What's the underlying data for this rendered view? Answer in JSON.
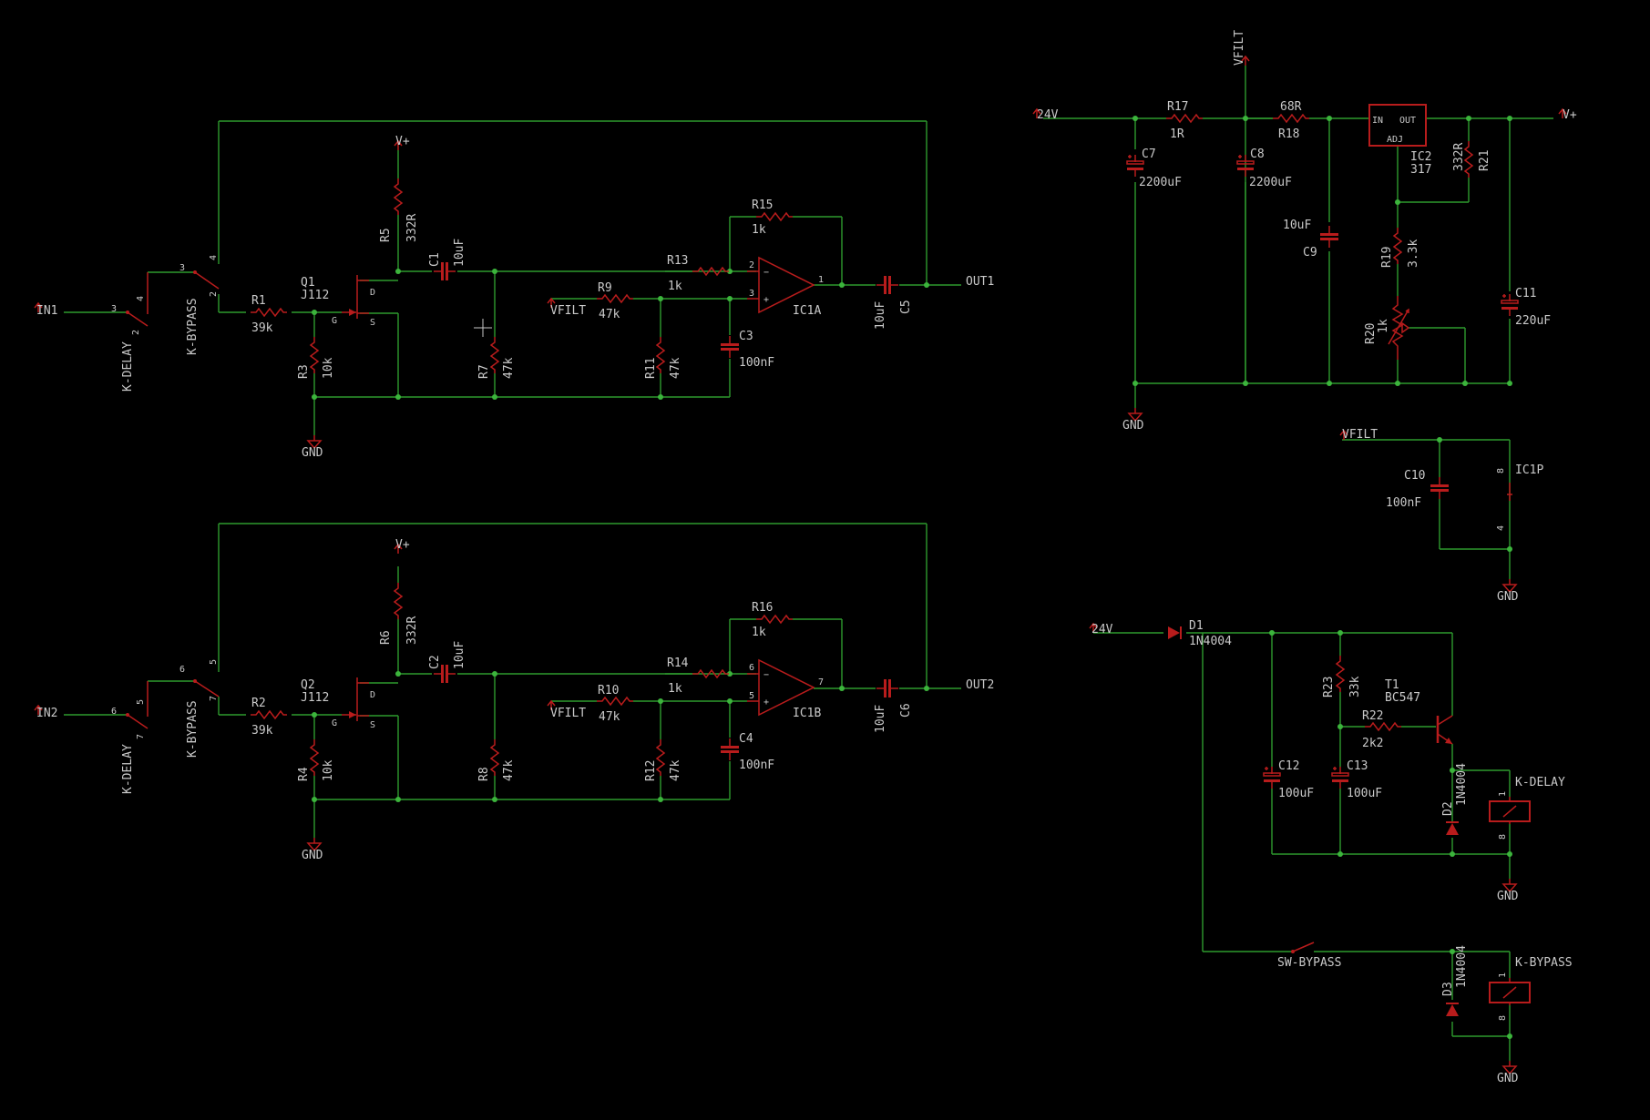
{
  "nets": {
    "in1": "IN1",
    "in2": "IN2",
    "out1": "OUT1",
    "out2": "OUT2",
    "vplus": "V+",
    "vfilt": "VFILT",
    "v24": "24V",
    "gnd": "GND"
  },
  "ch1": {
    "k_delay": "K-DELAY",
    "k_bypass": "K-BYPASS",
    "r1": "R1",
    "r1_val": "39k",
    "q1": "Q1",
    "q1_val": "J112",
    "r3": "R3",
    "r3_val": "10k",
    "r5": "R5",
    "r5_val": "332R",
    "c1": "C1",
    "c1_val": "10uF",
    "r7": "R7",
    "r7_val": "47k",
    "r9": "R9",
    "r9_val": "47k",
    "r11": "R11",
    "r11_val": "47k",
    "r13": "R13",
    "r13_val": "1k",
    "r15": "R15",
    "r15_val": "1k",
    "c3": "C3",
    "c3_val": "100nF",
    "ic": "IC1A",
    "c5": "C5",
    "c5_val": "10uF",
    "sw_pins": [
      "3",
      "2",
      "4",
      "3",
      "2",
      "4"
    ],
    "op_pins": [
      "2",
      "3",
      "1"
    ]
  },
  "ch2": {
    "k_delay": "K-DELAY",
    "k_bypass": "K-BYPASS",
    "r2": "R2",
    "r2_val": "39k",
    "q2": "Q2",
    "q2_val": "J112",
    "r4": "R4",
    "r4_val": "10k",
    "r6": "R6",
    "r6_val": "332R",
    "c2": "C2",
    "c2_val": "10uF",
    "r8": "R8",
    "r8_val": "47k",
    "r10": "R10",
    "r10_val": "47k",
    "r12": "R12",
    "r12_val": "47k",
    "r14": "R14",
    "r14_val": "1k",
    "r16": "R16",
    "r16_val": "1k",
    "c4": "C4",
    "c4_val": "100nF",
    "ic": "IC1B",
    "c6": "C6",
    "c6_val": "10uF",
    "sw_pins": [
      "6",
      "7",
      "5",
      "6",
      "7",
      "5"
    ],
    "op_pins": [
      "6",
      "5",
      "7"
    ]
  },
  "fet": {
    "d": "D",
    "g": "G",
    "s": "S"
  },
  "psu": {
    "r17": "R17",
    "r17_val": "1R",
    "r18": "R18",
    "r18_val": "68R",
    "c7": "C7",
    "c7_val": "2200uF",
    "c8": "C8",
    "c8_val": "2200uF",
    "c9": "C9",
    "c9_val": "10uF",
    "ic2": "IC2",
    "ic2_val": "317",
    "ic2_in": "IN",
    "ic2_out": "OUT",
    "ic2_adj": "ADJ",
    "r21": "R21",
    "r21_val": "332R",
    "r19": "R19",
    "r19_val": "3.3k",
    "r20": "R20",
    "r20_val": "1k",
    "c11": "C11",
    "c11_val": "220uF"
  },
  "opamp_pwr": {
    "c10": "C10",
    "c10_val": "100nF",
    "ic1p": "IC1P",
    "pin_top": "8",
    "pin_bot": "4"
  },
  "relay": {
    "d1": "D1",
    "d1_val": "1N4004",
    "r23": "R23",
    "r23_val": "33k",
    "t1": "T1",
    "t1_val": "BC547",
    "r22": "R22",
    "r22_val": "2k2",
    "c12": "C12",
    "c12_val": "100uF",
    "c13": "C13",
    "c13_val": "100uF",
    "d2": "D2",
    "d2_val": "1N4004",
    "k_delay": "K-DELAY",
    "sw_bypass": "SW-BYPASS",
    "d3": "D3",
    "d3_val": "1N4004",
    "k_bypass": "K-BYPASS",
    "coil_top": "1",
    "coil_bot": "8"
  },
  "colors": {
    "wire": "#2e9a2e",
    "part": "#b81c1c",
    "text": "#c9c9c9",
    "background": "#000000"
  }
}
